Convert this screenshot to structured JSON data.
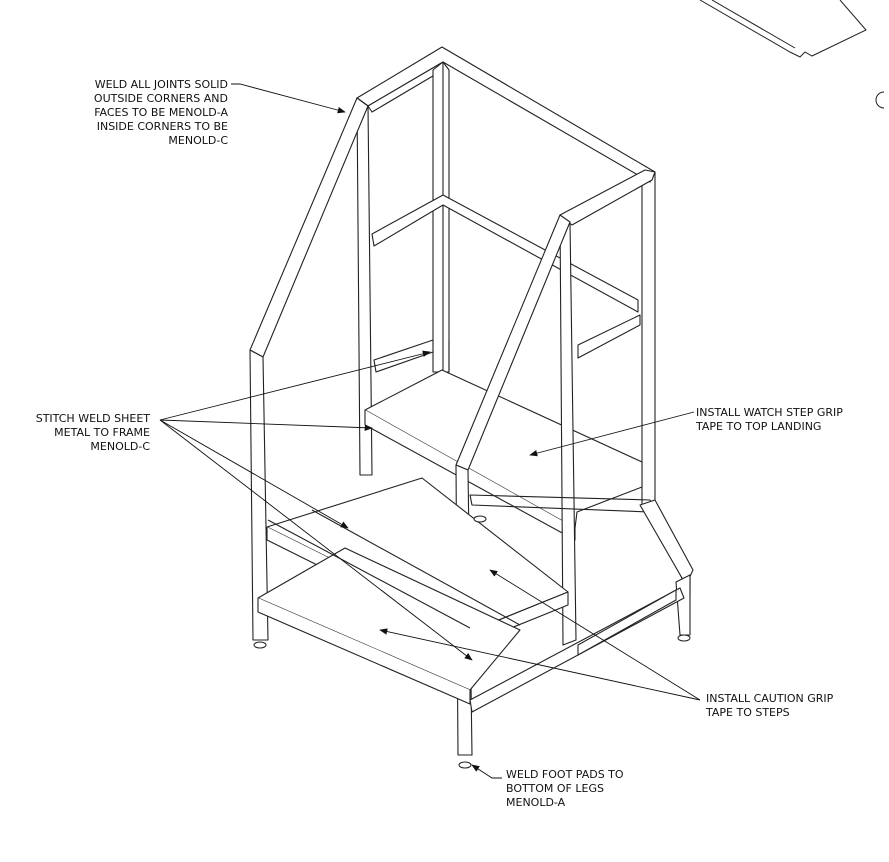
{
  "notes": {
    "weld_joints": {
      "lines": [
        "WELD ALL JOINTS SOLID",
        "OUTSIDE CORNERS AND",
        "FACES TO BE MENOLD-A",
        "INSIDE CORNERS TO BE",
        "MENOLD-C"
      ]
    },
    "stitch_weld": {
      "lines": [
        "STITCH WELD SHEET",
        "METAL TO FRAME",
        "MENOLD-C"
      ]
    },
    "watch_step": {
      "lines": [
        "INSTALL WATCH STEP GRIP",
        "TAPE TO TOP LANDING"
      ]
    },
    "caution_grip": {
      "lines": [
        "INSTALL CAUTION GRIP",
        "TAPE TO STEPS"
      ]
    },
    "foot_pads": {
      "lines": [
        "WELD FOOT PADS TO",
        "BOTTOM OF LEGS",
        "MENOLD-A"
      ]
    }
  }
}
